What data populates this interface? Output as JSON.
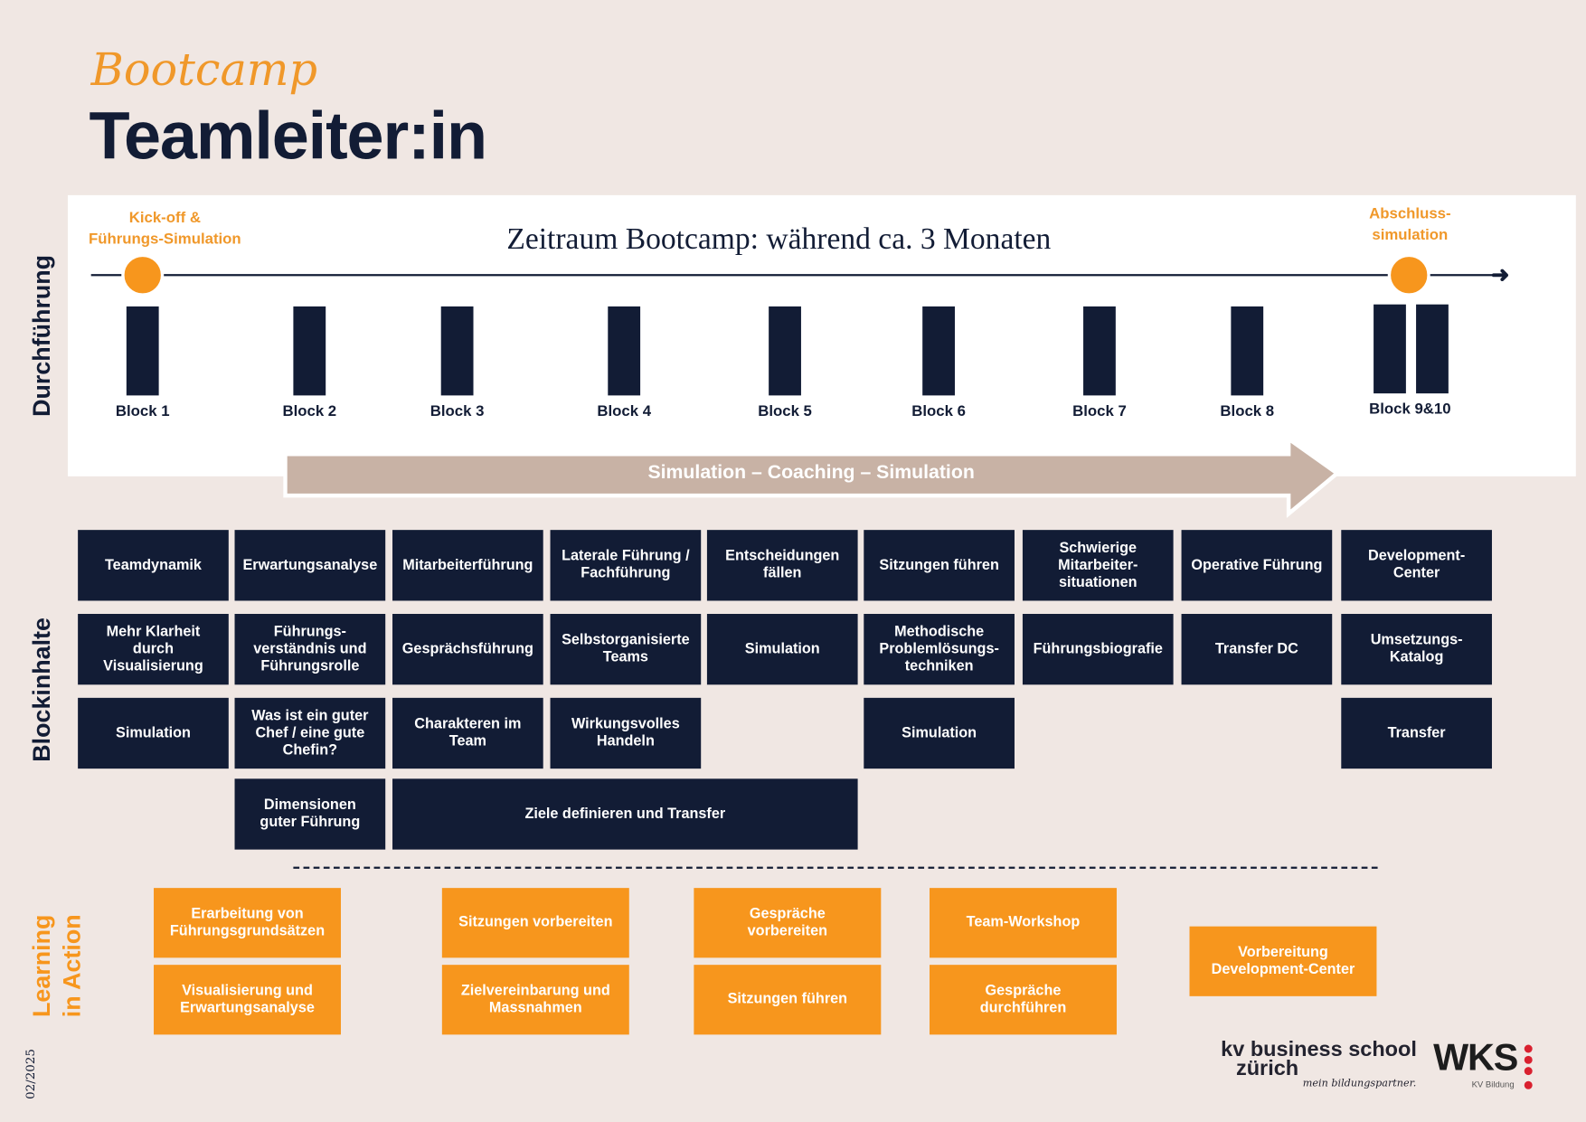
{
  "header": {
    "subtitle": "Bootcamp",
    "title": "Teamleiter:in"
  },
  "colors": {
    "navy": "#121c35",
    "orange": "#f7961d",
    "background": "#f0e7e3",
    "tan": "#c8b2a5",
    "logo_red": "#d9202f"
  },
  "sections": {
    "durchfuehrung": "Durchführung",
    "blockinhalte": "Blockinhalte",
    "learning_1": "Learning",
    "learning_2": "in Action"
  },
  "timeline": {
    "title": "Zeitraum Bootcamp: während ca. 3 Monaten",
    "kickoff": "Kick-off &\nFührungs-Simulation",
    "final": "Abschluss-\nsimulation",
    "blocks": [
      "Block 1",
      "Block 2",
      "Block 3",
      "Block 4",
      "Block 5",
      "Block 6",
      "Block 7",
      "Block 8",
      "Block 9&10"
    ],
    "arrow_label": "Simulation – Coaching – Simulation"
  },
  "blockinhalte": {
    "rows": [
      [
        "Teamdynamik",
        "Erwartungsanalyse",
        "Mitarbeiterführung",
        "Laterale Führung /\nFachführung",
        "Entscheidungen\nfällen",
        "Sitzungen führen",
        "Schwierige\nMitarbeiter-\nsituationen",
        "Operative Führung",
        "Development-\nCenter"
      ],
      [
        "Mehr Klarheit\ndurch\nVisualisierung",
        "Führungs-\nverständnis und\nFührungsrolle",
        "Gesprächsführung",
        "Selbstorganisierte\nTeams",
        "Simulation",
        "Methodische\nProblemlösungs-\ntechniken",
        "Führungsbiografie",
        "Transfer DC",
        "Umsetzungs-\nKatalog"
      ],
      [
        "Simulation",
        "Was ist ein guter\nChef / eine gute\nChefin?",
        "Charakteren im\nTeam",
        "Wirkungsvolles\nHandeln",
        null,
        "Simulation",
        null,
        null,
        "Transfer"
      ],
      [
        null,
        "Dimensionen\nguter Führung",
        "Ziele definieren und Transfer",
        null,
        null,
        null,
        null,
        null,
        null
      ]
    ]
  },
  "learning_in_action": [
    [
      "Erarbeitung von\nFührungsgrundsätzen",
      "Visualisierung und\nErwartungsanalyse"
    ],
    [
      "Sitzungen vorbereiten",
      "Zielvereinbarung und\nMassnahmen"
    ],
    [
      "Gespräche\nvorbereiten",
      "Sitzungen führen"
    ],
    [
      "Team-Workshop",
      "Gespräche\ndurchführen"
    ],
    [
      "Vorbereitung\nDevelopment-Center"
    ]
  ],
  "footer": {
    "date": "02/2025",
    "kv_line1": "kv business school",
    "kv_line2": "zürich",
    "kv_tagline": "mein bildungspartner.",
    "wks": "WKS",
    "wks_sub": "KV Bildung"
  }
}
